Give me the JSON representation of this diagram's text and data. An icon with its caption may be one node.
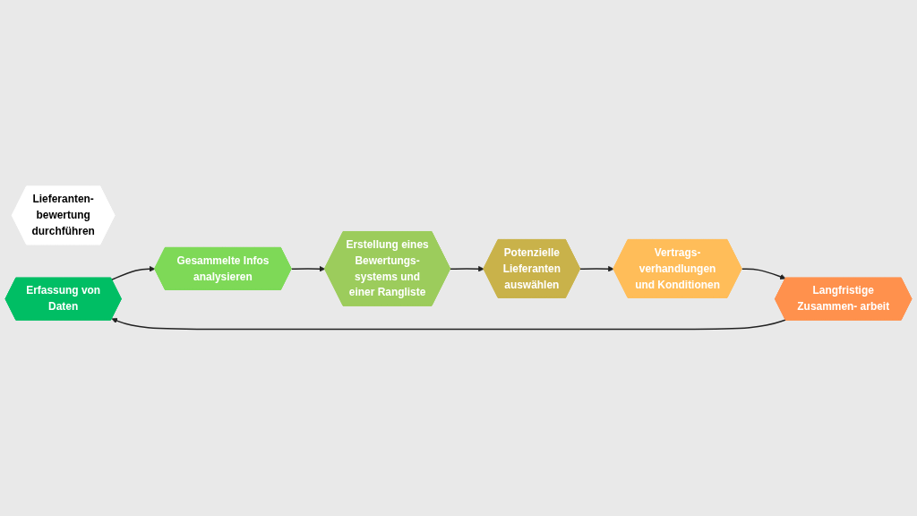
{
  "diagram": {
    "nodes": [
      {
        "text": [
          "Lieferanten- bewertung durchführen"
        ]
      },
      {
        "text": [
          "Erfassung von Daten"
        ]
      },
      {
        "text": [
          "Gesammelte Infos analysieren"
        ]
      },
      {
        "text": [
          "Erstellung eines Bewertungs- systems und einer Rangliste"
        ]
      },
      {
        "text": [
          "Potenzielle Lieferanten auswählen"
        ]
      },
      {
        "text": [
          "Vertrags- verhandlungen und Konditionen"
        ]
      },
      {
        "text": [
          "Langfristige Zusammen- arbeit"
        ]
      }
    ],
    "edges": [
      {
        "from": 1,
        "to": 2,
        "arrow": "to"
      },
      {
        "from": 2,
        "to": 3,
        "arrow": "to"
      },
      {
        "from": 3,
        "to": 4,
        "arrow": "to"
      },
      {
        "from": 4,
        "to": 5,
        "arrow": "to"
      },
      {
        "from": 5,
        "to": 6,
        "arrow": "to"
      },
      {
        "from": 6,
        "to": 1,
        "arrow": "to"
      }
    ]
  }
}
